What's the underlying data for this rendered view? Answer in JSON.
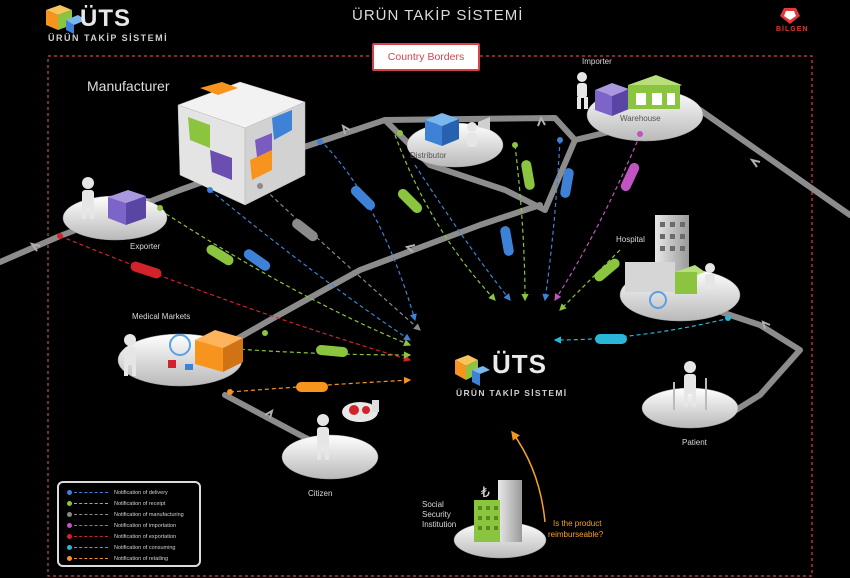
{
  "header": {
    "logo_text": "ÜTS",
    "logo_sub": "ÜRÜN TAKİP SİSTEMİ",
    "title": "ÜRÜN TAKİP SİSTEMİ",
    "org_logo_text": "BİLGEN"
  },
  "border_label": "Country Borders",
  "center": {
    "logo_text": "ÜTS",
    "logo_sub": "ÜRÜN TAKİP SİSTEMİ"
  },
  "actors": {
    "manufacturer": "Manufacturer",
    "importer": "Importer",
    "warehouse": "Warehouse",
    "distributor": "Distributor",
    "exporter": "Exporter",
    "hospital": "Hospital",
    "medical_markets": "Medical Markets",
    "patient": "Patient",
    "citizen": "Citizen",
    "ssi_line1": "Social",
    "ssi_line2": "Security",
    "ssi_line3": "Institution"
  },
  "question": {
    "line1": "Is the product",
    "line2": "reimburseable?"
  },
  "legend": [
    {
      "label": "Notification of delivery",
      "color": "#3d82d6"
    },
    {
      "label": "Notification of receipt",
      "color": "#8bc53f"
    },
    {
      "label": "Notification of manufacturing",
      "color": "#8a8a8a"
    },
    {
      "label": "Notification of importation",
      "color": "#c154c1"
    },
    {
      "label": "Notification of exportation",
      "color": "#d2232a"
    },
    {
      "label": "Notification of consuming",
      "color": "#29b6d8"
    },
    {
      "label": "Notification of retailing",
      "color": "#f7941d"
    }
  ],
  "colors": {
    "border": "#d9414a",
    "road": "#8c8c8c",
    "delivery": "#3d82d6",
    "receipt": "#8bc53f",
    "manufacturing": "#8a8a8a",
    "importation": "#c154c1",
    "exportation": "#d2232a",
    "consuming": "#29b6d8",
    "retailing": "#f7941d",
    "reimburse": "#f7a325"
  }
}
